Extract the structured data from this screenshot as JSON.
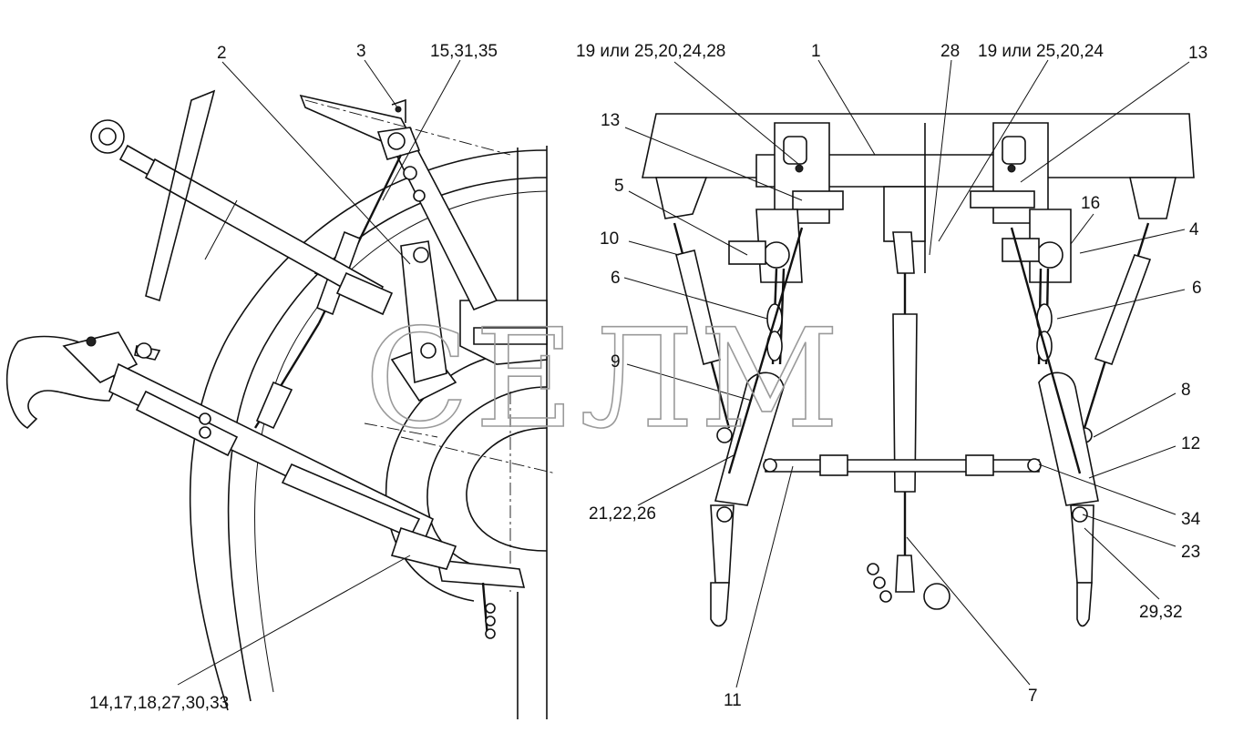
{
  "watermark": "СЕЛМ",
  "labels_left": {
    "l2": "2",
    "l3": "3",
    "l15": "15,31,35",
    "l14": "14,17,18,27,30,33"
  },
  "labels_right": {
    "l19a": "19 или 25,20,24,28",
    "l1": "1",
    "l28": "28",
    "l19b": "19 или 25,20,24",
    "l13a": "13",
    "l13b": "13",
    "l5": "5",
    "l16": "16",
    "l4": "4",
    "l10": "10",
    "l6a": "6",
    "l6b": "6",
    "l9": "9",
    "l8": "8",
    "l12": "12",
    "l21": "21,22,26",
    "l34": "34",
    "l23": "23",
    "l2932": "29,32",
    "l11": "11",
    "l7": "7"
  }
}
